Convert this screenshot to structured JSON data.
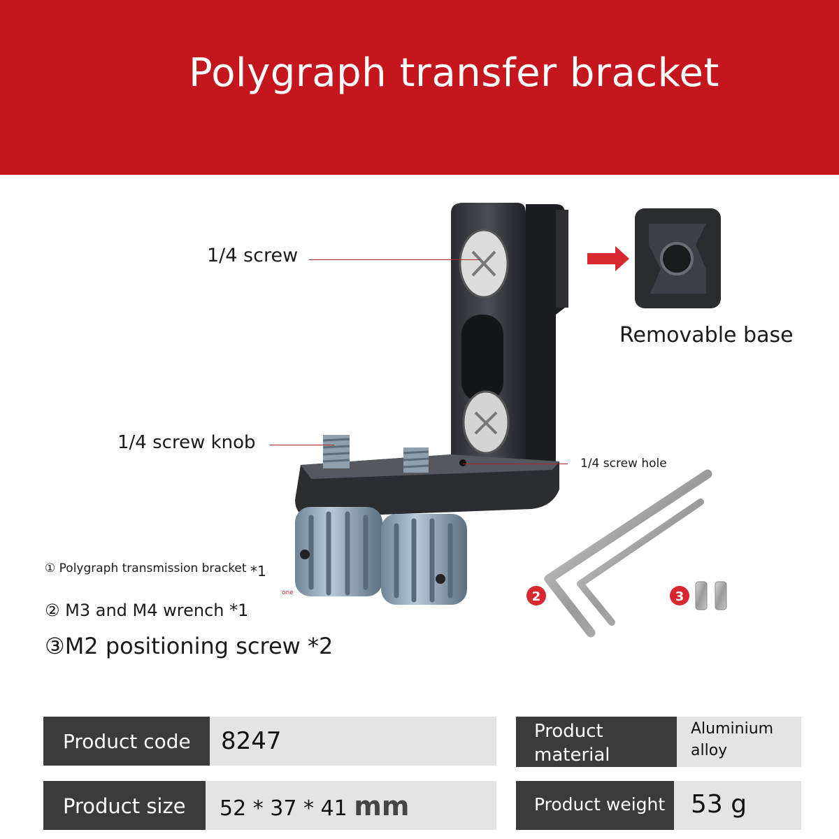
{
  "header": {
    "title": "Polygraph transfer bracket"
  },
  "callouts": {
    "screw": "1/4 screw",
    "removable_base": "Removable base",
    "screw_knob": "1/4 screw knob",
    "screw_hole": "1/4 screw hole",
    "small_one": "one"
  },
  "contents": [
    {
      "text": "① Polygraph transmission bracket",
      "qty": "*1"
    },
    {
      "text": "② M3 and M4 wrench *1"
    },
    {
      "text": "③M2 positioning screw *2"
    }
  ],
  "badges": {
    "wrench": "2",
    "screw": "3"
  },
  "specs": {
    "code_label": "Product code",
    "code_value": "8247",
    "material_label_1": "Product",
    "material_label_2": "material",
    "material_value_1": "Aluminium",
    "material_value_2": "alloy",
    "size_label": "Product size",
    "size_value": "52 * 37 * 41",
    "size_unit": "mm",
    "weight_label": "Product weight",
    "weight_value": "53 g"
  },
  "colors": {
    "banner": "#c4161c",
    "accent": "#d7282f",
    "spec_key_bg": "#3b3b3b",
    "spec_value_bg": "#e4e4e4"
  }
}
